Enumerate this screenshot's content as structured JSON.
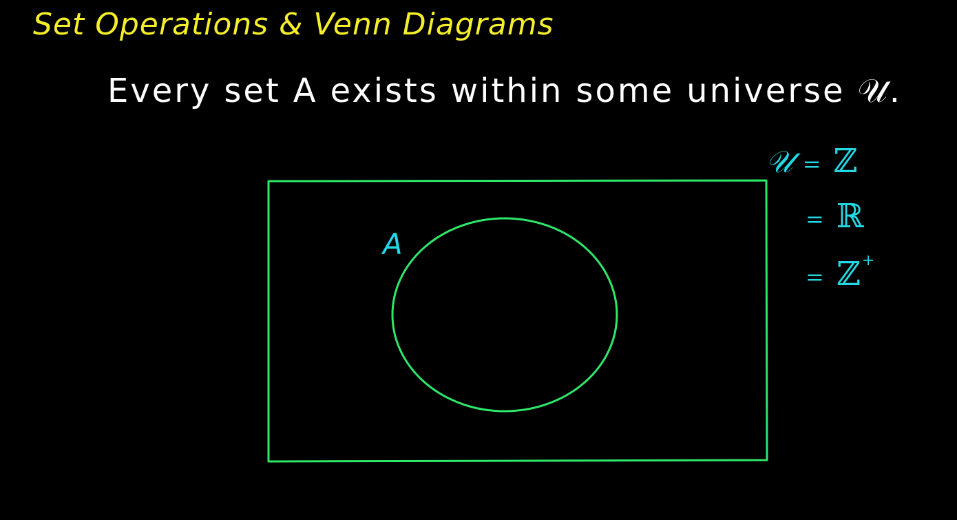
{
  "colors": {
    "background": "#000000",
    "title": "#f4ef2a",
    "statement": "#ffffff",
    "shapes": "#2ee86a",
    "annotations": "#23d9e6"
  },
  "title": "Set Operations & Venn Diagrams",
  "statement": {
    "words": [
      "Every",
      "set",
      "A",
      "exists",
      "within",
      "some",
      "universe",
      "𝒰."
    ]
  },
  "diagram": {
    "set_label": "A"
  },
  "universe_examples": {
    "symbol": "𝒰",
    "equals": "=",
    "items": [
      {
        "set": "ℤ",
        "superscript": ""
      },
      {
        "set": "ℝ",
        "superscript": ""
      },
      {
        "set": "ℤ",
        "superscript": "+"
      }
    ]
  }
}
